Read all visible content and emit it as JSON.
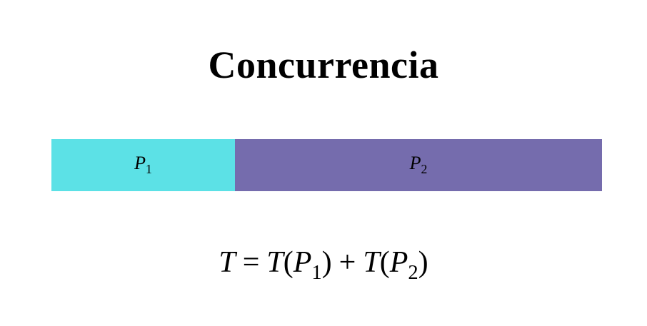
{
  "title": "Concurrencia",
  "segments": [
    {
      "symbol": "P",
      "subscript": "1",
      "color": "#5ce1e6",
      "duration": 1
    },
    {
      "symbol": "P",
      "subscript": "2",
      "color": "#756cad",
      "duration": 2
    }
  ],
  "formula": {
    "lhs": "T",
    "equals": "=",
    "term1": {
      "func": "T",
      "open": "(",
      "symbol": "P",
      "subscript": "1",
      "close": ")"
    },
    "plus": "+",
    "term2": {
      "func": "T",
      "open": "(",
      "symbol": "P",
      "subscript": "2",
      "close": ")"
    }
  }
}
